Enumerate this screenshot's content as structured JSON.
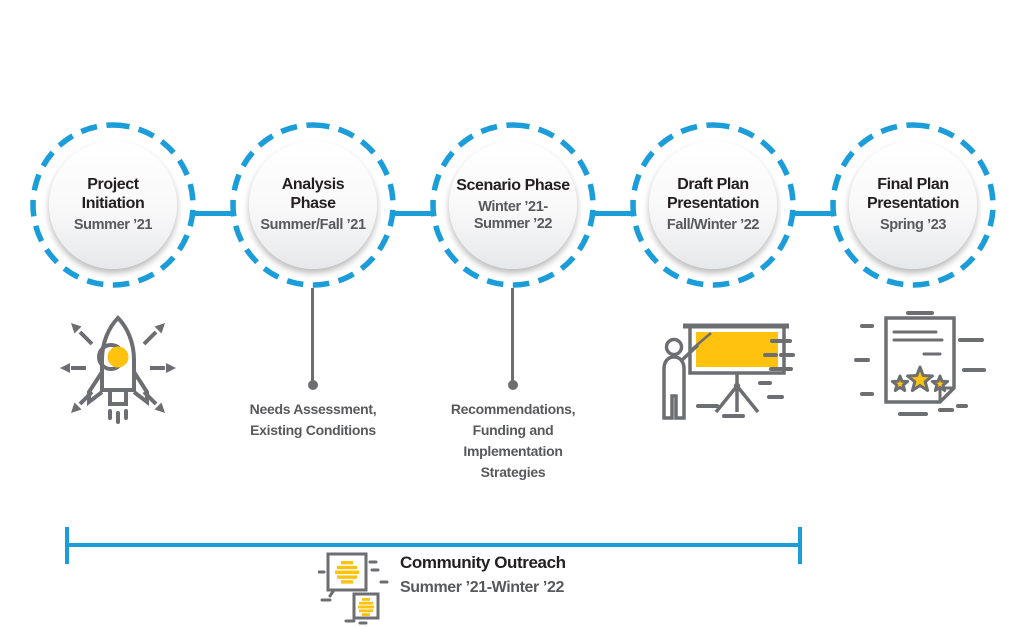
{
  "colors": {
    "accent_blue": "#1B9DD9",
    "accent_yellow": "#FFC20E",
    "text_dark": "#231F20",
    "text_gray": "#58595B",
    "icon_gray": "#6D6E71"
  },
  "phases": [
    {
      "title": "Project\nInitiation",
      "date": "Summer ’21",
      "icon": "rocket-launch-icon"
    },
    {
      "title": "Analysis\nPhase",
      "date": "Summer/Fall ’21",
      "note": "Needs Assessment,\nExisting Conditions"
    },
    {
      "title": "Scenario Phase",
      "date": "Winter ’21-\nSummer ’22",
      "note": "Recommendations,\nFunding and\nImplementation\nStrategies"
    },
    {
      "title": "Draft Plan\nPresentation",
      "date": "Fall/Winter ’22",
      "icon": "presentation-board-icon"
    },
    {
      "title": "Final Plan\nPresentation",
      "date": "Spring ’23",
      "icon": "certificate-stars-icon"
    }
  ],
  "outreach": {
    "label": "Community Outreach",
    "date": "Summer ’21-Winter ’22",
    "icon": "speech-bubbles-icon"
  }
}
